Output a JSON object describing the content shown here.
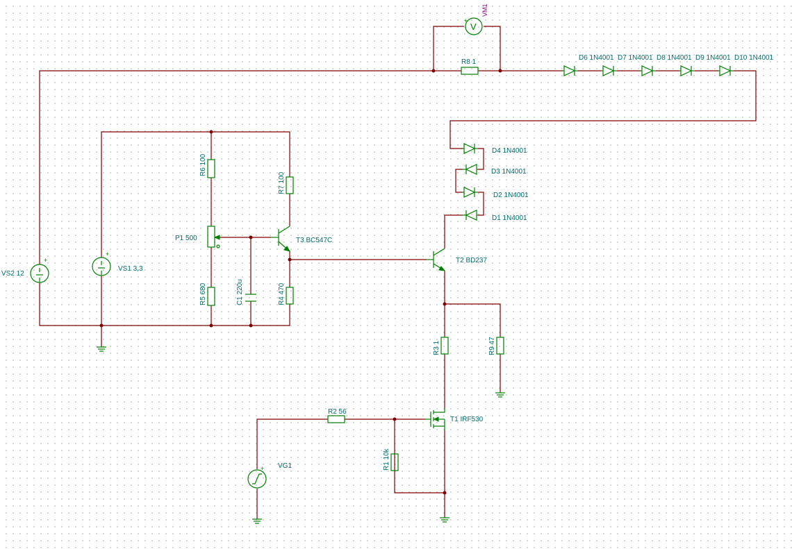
{
  "labels": {
    "vs2": "VS2 12",
    "vs1": "VS1 3,3",
    "vg1": "VG1",
    "vm1": "VM1",
    "voltmeter_symbol": "V",
    "r8": "R8 1",
    "r6": "R6 100",
    "r7": "R7 100",
    "p1": "P1 500",
    "t3": "T3 BC547C",
    "r5": "R5 680",
    "c1": "C1 220u",
    "r4": "R4 470",
    "t2": "T2 BD237",
    "r3": "R3 1",
    "r9": "R9 47",
    "r2": "R2 56",
    "r1": "R1 10k",
    "t1": "T1 IRF530",
    "d6": "D6 1N4001",
    "d7": "D7 1N4001",
    "d8": "D8 1N4001",
    "d9": "D9 1N4001",
    "d10": "D10 1N4001",
    "d4": "D4 1N4001",
    "d3": "D3 1N4001",
    "d2": "D2 1N4001",
    "d1": "D1 1N4001",
    "plus_sign": "+"
  },
  "colors": {
    "wire": "#800000",
    "component": "#008000",
    "label": "#006b6b",
    "meter_label": "#800080",
    "grid_dot": "#c8c8c8"
  }
}
